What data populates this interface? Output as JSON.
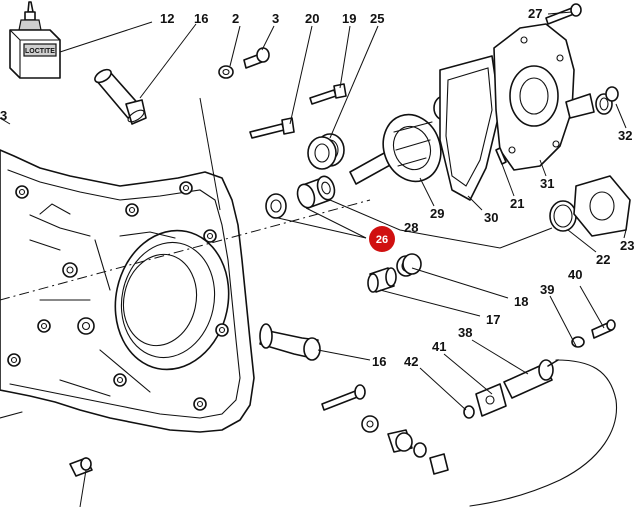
{
  "diagram": {
    "tube_label": "LOCTITE",
    "callouts": {
      "c12": "12",
      "c16a": "16",
      "c2": "2",
      "c3": "3",
      "c20": "20",
      "c19": "19",
      "c25": "25",
      "c27": "27",
      "c32": "32",
      "c3left": "3",
      "c31": "31",
      "c21": "21",
      "c29": "29",
      "c30": "30",
      "c23": "23",
      "c22": "22",
      "c28": "28",
      "c18": "18",
      "c17": "17",
      "c16b": "16",
      "c40": "40",
      "c39": "39",
      "c38": "38",
      "c41": "41",
      "c42": "42"
    },
    "highlight": {
      "label": "26",
      "color": "#d01010"
    }
  }
}
